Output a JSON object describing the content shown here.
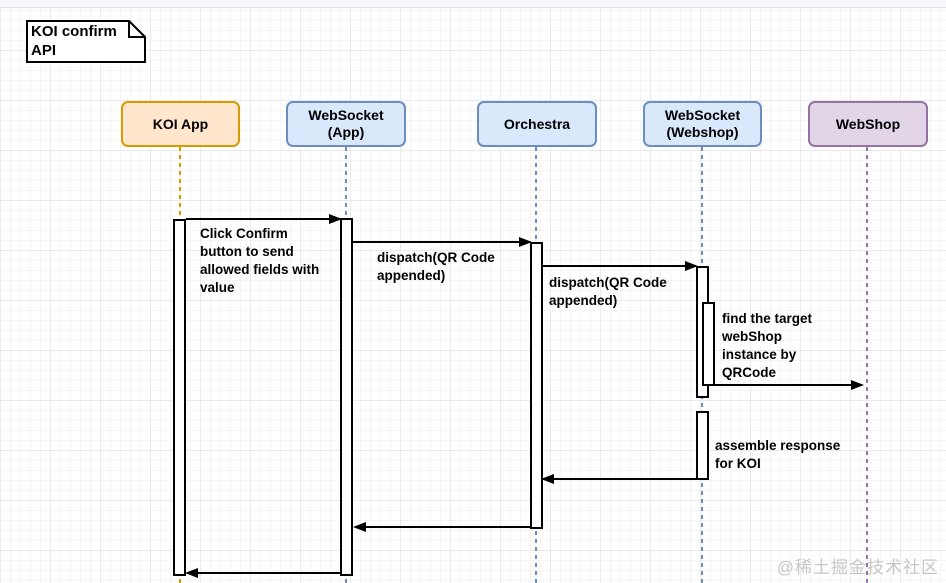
{
  "title_note": {
    "text": "KOI confirm API"
  },
  "watermark": {
    "text": "@稀土掘金技术社区"
  },
  "colors": {
    "koi_fill": "#ffe6cc",
    "koi_border": "#d79b00",
    "websocket_fill": "#dae8fc",
    "websocket_border": "#6c8ebf",
    "webshop_fill": "#e1d5e7",
    "webshop_border": "#9673a6",
    "arrow": "#000000",
    "note_fill": "#ffffff",
    "note_border": "#000000",
    "watermark_color": "#c6c6c6"
  },
  "participants": [
    {
      "id": "koi-app",
      "label": "KOI App"
    },
    {
      "id": "websocket-app",
      "label": "WebSocket\n(App)"
    },
    {
      "id": "orchestra",
      "label": "Orchestra"
    },
    {
      "id": "websocket-webshop",
      "label": "WebSocket\n(Webshop)"
    },
    {
      "id": "webshop",
      "label": "WebShop"
    }
  ],
  "messages": [
    {
      "from": "koi-app",
      "to": "websocket-app",
      "label": "Click Confirm\nbutton to send\nallowed fields with\nvalue"
    },
    {
      "from": "websocket-app",
      "to": "orchestra",
      "label": "dispatch(QR Code\nappended)"
    },
    {
      "from": "orchestra",
      "to": "websocket-webshop",
      "label": "dispatch(QR Code\nappended)"
    },
    {
      "from": "websocket-webshop",
      "to": "webshop",
      "label": "find the target\nwebShop\ninstance by\nQRCode"
    },
    {
      "from": "websocket-webshop",
      "to": "orchestra",
      "label": "assemble response\nfor KOI"
    },
    {
      "from": "orchestra",
      "to": "websocket-app",
      "label": ""
    },
    {
      "from": "websocket-app",
      "to": "koi-app",
      "label": ""
    }
  ]
}
